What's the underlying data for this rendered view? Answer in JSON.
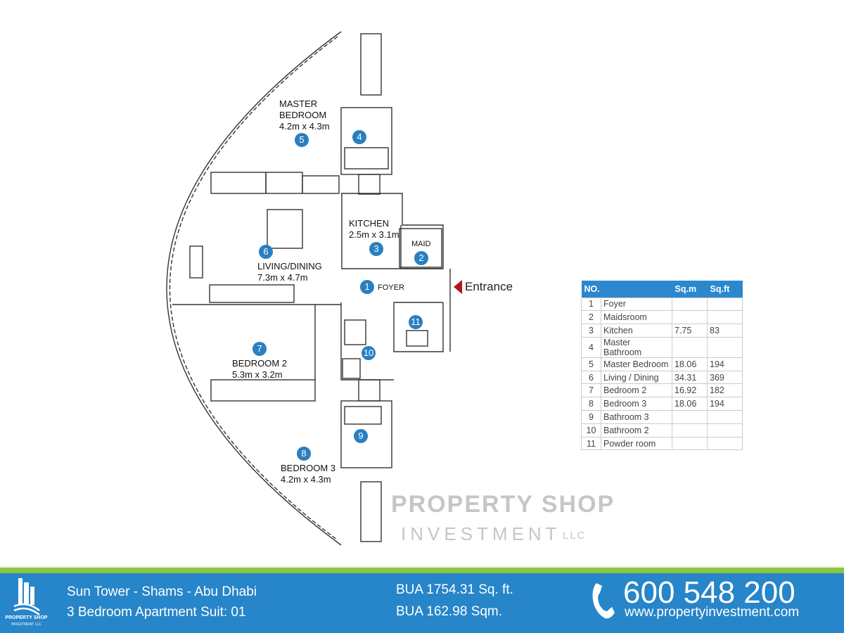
{
  "plan": {
    "rooms": {
      "master_bedroom": {
        "name": "MASTER",
        "name2": "BEDROOM",
        "dims": "4.2m x 4.3m"
      },
      "kitchen": {
        "name": "KITCHEN",
        "dims": "2.5m x 3.1m"
      },
      "maid": {
        "name": "MAID"
      },
      "living": {
        "name": "LIVING/DINING",
        "dims": "7.3m x 4.7m"
      },
      "foyer": {
        "name": "FOYER"
      },
      "bedroom2": {
        "name": "BEDROOM 2",
        "dims": "5.3m x 3.2m"
      },
      "bedroom3": {
        "name": "BEDROOM 3",
        "dims": "4.2m x 4.3m"
      }
    },
    "markers": [
      "1",
      "2",
      "3",
      "4",
      "5",
      "6",
      "7",
      "8",
      "9",
      "10",
      "11"
    ],
    "entrance": "Entrance",
    "watermark": {
      "line1": "PROPERTY SHOP",
      "line2": "INVESTMENT",
      "llc": "LLC"
    },
    "marker_color": "#2a7fc1"
  },
  "table": {
    "headers": [
      "NO.",
      "Sq.m",
      "Sq.ft"
    ],
    "rows": [
      {
        "no": "1",
        "name": "Foyer",
        "sqm": "",
        "sqft": ""
      },
      {
        "no": "2",
        "name": "Maidsroom",
        "sqm": "",
        "sqft": ""
      },
      {
        "no": "3",
        "name": "Kitchen",
        "sqm": "7.75",
        "sqft": "83"
      },
      {
        "no": "4",
        "name": "Master Bathroom",
        "sqm": "",
        "sqft": ""
      },
      {
        "no": "5",
        "name": "Master Bedroom",
        "sqm": "18.06",
        "sqft": "194"
      },
      {
        "no": "6",
        "name": "Living / Dining",
        "sqm": "34.31",
        "sqft": "369"
      },
      {
        "no": "7",
        "name": "Bedroom 2",
        "sqm": "16.92",
        "sqft": "182"
      },
      {
        "no": "8",
        "name": "Bedroom 3",
        "sqm": "18.06",
        "sqft": "194"
      },
      {
        "no": "9",
        "name": "Bathroom 3",
        "sqm": "",
        "sqft": ""
      },
      {
        "no": "10",
        "name": "Bathroom 2",
        "sqm": "",
        "sqft": ""
      },
      {
        "no": "11",
        "name": "Powder room",
        "sqm": "",
        "sqft": ""
      }
    ]
  },
  "footer": {
    "logo": {
      "line1": "PROPERTY SHOP",
      "line2": "INVESTMENT LLC"
    },
    "title": "Sun Tower - Shams - Abu Dhabi",
    "subtitle": "3 Bedroom Apartment Suit: 01",
    "bua_sqft": "BUA 1754.31 Sq. ft.",
    "bua_sqm": "BUA 162.98 Sqm.",
    "phone": "600 548 200",
    "website": "www.propertyinvestment.com"
  },
  "colors": {
    "footer_blue": "#2785c9",
    "footer_green": "#8dc63f",
    "table_header": "#2b88cf",
    "entrance_arrow": "#b5121b"
  }
}
